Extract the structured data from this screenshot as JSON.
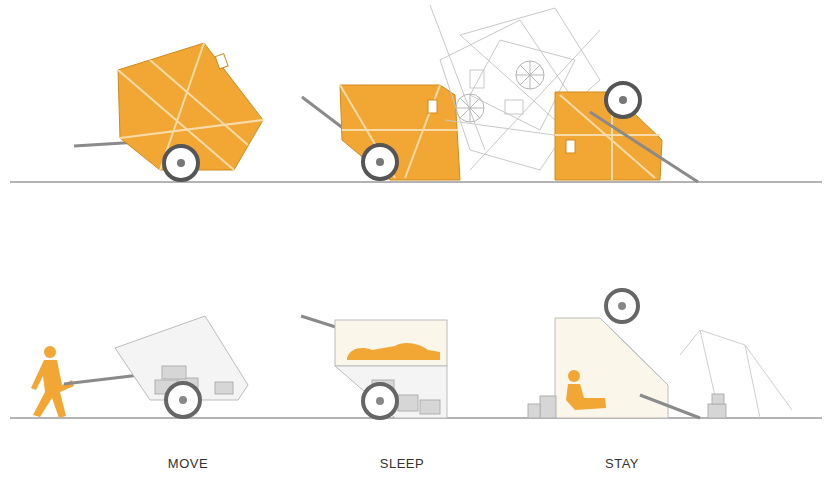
{
  "diagram": {
    "labels": [
      "MOVE",
      "SLEEP",
      "STAY"
    ]
  }
}
